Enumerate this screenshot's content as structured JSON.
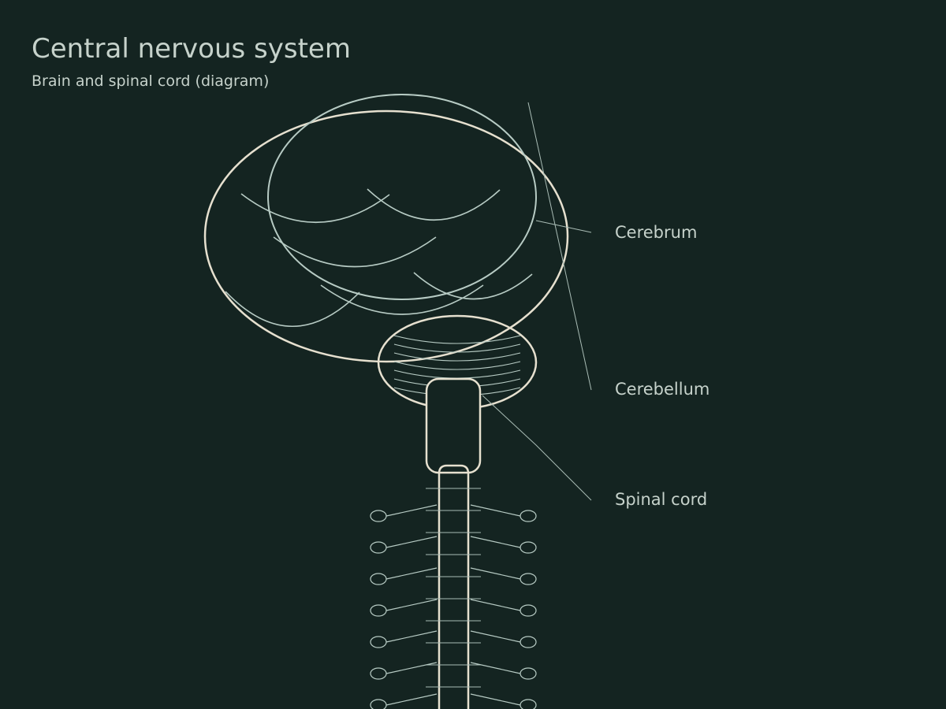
{
  "title": "Central nervous system",
  "subtitle": "Brain and spinal cord (diagram)",
  "labels": {
    "cerebrum": "Cerebrum",
    "cerebellum": "Cerebellum",
    "spinal_cord": "Spinal cord"
  },
  "colors": {
    "background": "#142421",
    "outline": "#e6e0cf",
    "inner_outline": "#b7cbc4",
    "text": "#c6d2cb",
    "leader": "#a9bcb5"
  }
}
